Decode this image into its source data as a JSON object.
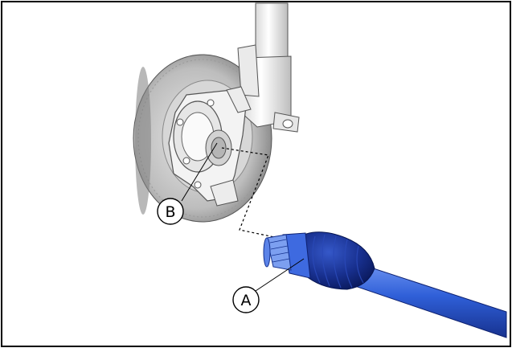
{
  "callouts": {
    "a": {
      "label": "A",
      "part": "drive-shaft"
    },
    "b": {
      "label": "B",
      "part": "hub-splined-bore"
    }
  },
  "colors": {
    "border": "#000000",
    "shaft_blue": "#2f5fd8",
    "shaft_dark": "#1a2f8a",
    "boot_dark": "#0d1e6e",
    "metal_light": "#f2f2f2",
    "metal_shade": "#cfcfcf",
    "disc_grey": "#8a8a8a"
  }
}
